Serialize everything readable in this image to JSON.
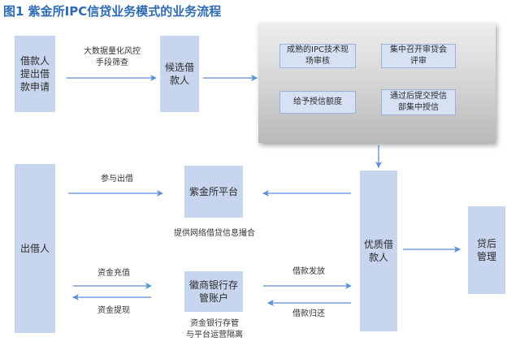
{
  "title": "图1 紫金所IPC信贷业务模式的业务流程",
  "boxes": {
    "borrower_apply": [
      "借款人",
      "提出借",
      "款申请"
    ],
    "candidate_borrower": [
      "候选借",
      "款人"
    ],
    "lender": "出借人",
    "platform": "紫金所平台",
    "bank_account": [
      "徽商银行存",
      "管账户"
    ],
    "quality_borrower": [
      "优质借",
      "款人"
    ],
    "post_loan": [
      "贷后",
      "管理"
    ]
  },
  "review": {
    "ipc_review": [
      "成熟的IPC技术现",
      "场审核"
    ],
    "committee": [
      "集中召开审贷会",
      "评审"
    ],
    "headquarters": [
      "通过后提交授信",
      "部集中授信"
    ],
    "credit_limit": "给予授信额度"
  },
  "labels": {
    "big_data": [
      "大数据量化风控",
      "手段筛查"
    ],
    "participate": "参与出借",
    "info_match": "提供网络借贷信息撮合",
    "deposit": "资金充值",
    "withdraw": "资金提现",
    "disburse": "借款发放",
    "repay": "借款归还",
    "custody": [
      "资金银行存管",
      "与平台运营隔离"
    ]
  },
  "colors": {
    "box_fill": "#c7d5ee",
    "arrow": "#5b8fd6",
    "title": "#2f6bb3"
  }
}
